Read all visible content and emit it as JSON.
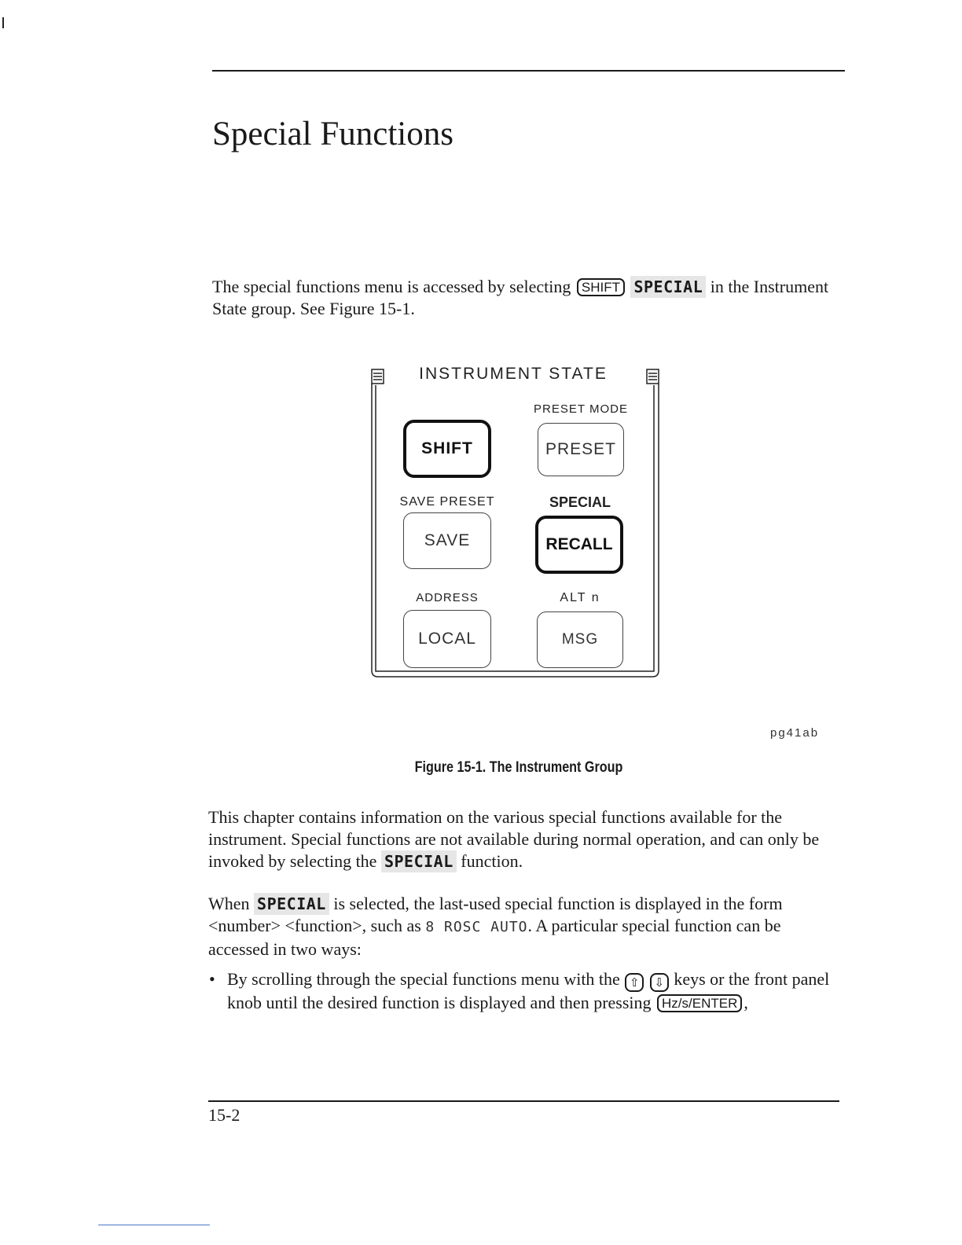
{
  "page": {
    "title": "Special Functions",
    "page_number": "15-2"
  },
  "intro": {
    "text_before": "The special functions menu is accessed by selecting ",
    "shift_key": "SHIFT",
    "special_softkey": "SPECIAL",
    "text_after": " in the Instrument State group. See Figure 15-1."
  },
  "figure": {
    "panel_title": "INSTRUMENT STATE",
    "labels": {
      "preset_mode": "PRESET MODE",
      "save_preset": "SAVE PRESET",
      "special": "SPECIAL",
      "address": "ADDRESS",
      "alt_n": "ALT n"
    },
    "buttons": {
      "shift": "SHIFT",
      "preset": "PRESET",
      "save": "SAVE",
      "recall": "RECALL",
      "local": "LOCAL",
      "msg": "MSG"
    },
    "figure_id": "pg41ab",
    "caption": "Figure 15-1. The Instrument Group"
  },
  "chapter_para": {
    "text_before": "This chapter contains information on the various special functions available for the instrument. Special functions are not available during normal operation, and can only be invoked by selecting the ",
    "special_softkey": "SPECIAL",
    "text_after": " function."
  },
  "when_para": {
    "text_1": "When ",
    "special_softkey": "SPECIAL",
    "text_2": " is selected, the last-used special function is displayed in the form <number> <function>, such as ",
    "display_example": "8 ROSC AUTO",
    "text_3": ". A particular special function can be accessed in two ways:"
  },
  "bullets": [
    {
      "text_1": "By scrolling through the special functions menu with the ",
      "up_key": "⇧",
      "down_key": "⇩",
      "text_2": " keys or the front panel knob until the desired function is displayed and then pressing ",
      "enter_key": "Hz/s/ENTER",
      "text_3": ","
    }
  ]
}
